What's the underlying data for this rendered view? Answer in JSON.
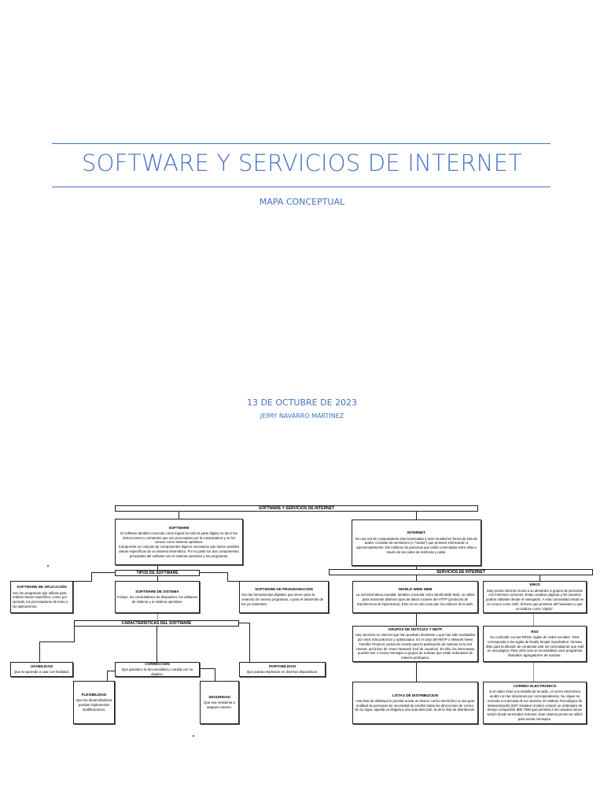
{
  "cover": {
    "title": "SOFTWARE Y SERVICIOS DE INTERNET",
    "subtitle": "MAPA CONCEPTUAL",
    "date": "13 DE OCTUBRE DE 2023",
    "author": "JEIMY NAVARRO MARTINEZ",
    "accent_color": "#4472c4"
  },
  "map": {
    "root": "SOFTWARE Y SERVICIOS DE INTERNET",
    "software": {
      "title": "SOFTWARE",
      "text": "El software también conocido como logical es toda la parte digital, es decir las instrucciones y comandos que son procesados por la computadora y se les conoce como sistema operativo.\nComprende un conjunto de componentes lógicos necesarios que hacen posibles tareas específicas de un sistema informático. Por su parte los dos componentes principales del software son el sistema operativo y los programas."
    },
    "internet": {
      "title": "INTERNET",
      "text": "Es una red de computadoras interconectadas a nivel mundial en forma de tela de araña. Consiste de servidores (o \"nodos\") que proveen información a aproximadamente 100 millones de personas que están conectadas entre ellas a través de las redes de telefonía y cable."
    },
    "tipos_label": "TIPOS DE SOFTWARE",
    "tipos": [
      {
        "title": "SOFTWARE DE APLICACIÓN",
        "text": "Son los programas que utilizas para realizar tareas específica, como, por ejemplo, los procesadores de texto o las aplicaciones."
      },
      {
        "title": "SOFTWARE DE SISTEMA",
        "text": "Incluye, los controladores de dispositivo, los utilitarios de sistema y el sistema operativo."
      },
      {
        "title": "SOFTWARE DE PROGRAMACION",
        "text": "Son las herramientas digitales que sirven para la creación de nuevos programas, o para el desarrollo de los ya existentes."
      }
    ],
    "caracteristicas_label": "CARACTERÍSTICAS DEL SOFTWARE",
    "caracteristicas": [
      {
        "title": "USABILIDAD",
        "text": "Que se aprende a usar con facilidad."
      },
      {
        "title": "CORRECCION",
        "text": "Que garantice la funcionalidad y cumpla con su objetivo."
      },
      {
        "title": "PORTABILIDAD",
        "text": "Que pueda emplearse en diversos dispositivos."
      },
      {
        "title": "FLEXIBILIDAD",
        "text": "Que los desarrolladores puedan implementar modificaciones."
      },
      {
        "title": "SEGURIDAD",
        "text": "Que sea resistente a ataques externo."
      }
    ],
    "servicios_label": "SERVICIOS DE INTERNET",
    "servicios": [
      {
        "title": "WORLD WIDE WEB",
        "text": "La red informática mundial, también conocida como World Wide Web, se utiliza para transmitir distintos tipos de datos a través del HTTP (protocolo de transferencia de hipertextos). Esto no es otra cosa que los enlaces de la web."
      },
      {
        "title": "WIKIS",
        "text": "Muy pronto internet reunió a su alrededor a grupos de personas con intereses comunes. Estas creaban páginas y los usuarios podían editarlas desde el navegador. A esta comunidad virtual se la conoce como 'wiki', término que proviene del hawaiano y que se traduce como 'rápido'."
      },
      {
        "title": "GRUPOS DE NOTICIAS Y  NNTP",
        "text": "Hay servicios en internet que han quedado obsoletos o que han sido sustituidos por otros más prácticos y optimizados. Es el caso del NNTP o Network News Transfer Protocol, protocolo creado para la publicación de noticias en la red Usenet, acrónimo de 'Users Network' (red de usuarios). En ella, los internautas pueden leer o enviar mensajes a grupos de noticias que están ordenados de manera jerárquica."
      },
      {
        "title": "RSS",
        "text": "No confundir con las RRSS, siglas de 'redes sociales'. RSS corresponde a las siglas de Really Simple Syndication, formato XML para la difusión de contenido web sin necesidad de que esté en una página. Para verlo solo se necesitaban unos programas llamados 'agregadores' de noticias."
      },
      {
        "title": "LISTAS DE DISTRIBUCION",
        "text": "Una lista de distribución permite enviar un mismo correo electrónico a una gran multitud de personas sin necesidad de escribir todas las direcciones de correo. En su lugar, aquella va dirigida a una sola dirección, la de la lista de distribución."
      },
      {
        "title": "CORREO ELECTRONICO",
        "text": "Si el video mató a la estrella de la radio, el correo electrónico acabó con las relaciones por correspondencia. Su origen se remonta a la década de los sesenta. El Instituto Tecnológico de Massachusetts (MIT, Estados Unidos) compró un ordenador de tiempo compartido IBM 7090 que permitía a los usuarios iniciar sesión desde terminales remotos. Este sistema pronto se utilizó para enviar mensajes."
      }
    ]
  }
}
